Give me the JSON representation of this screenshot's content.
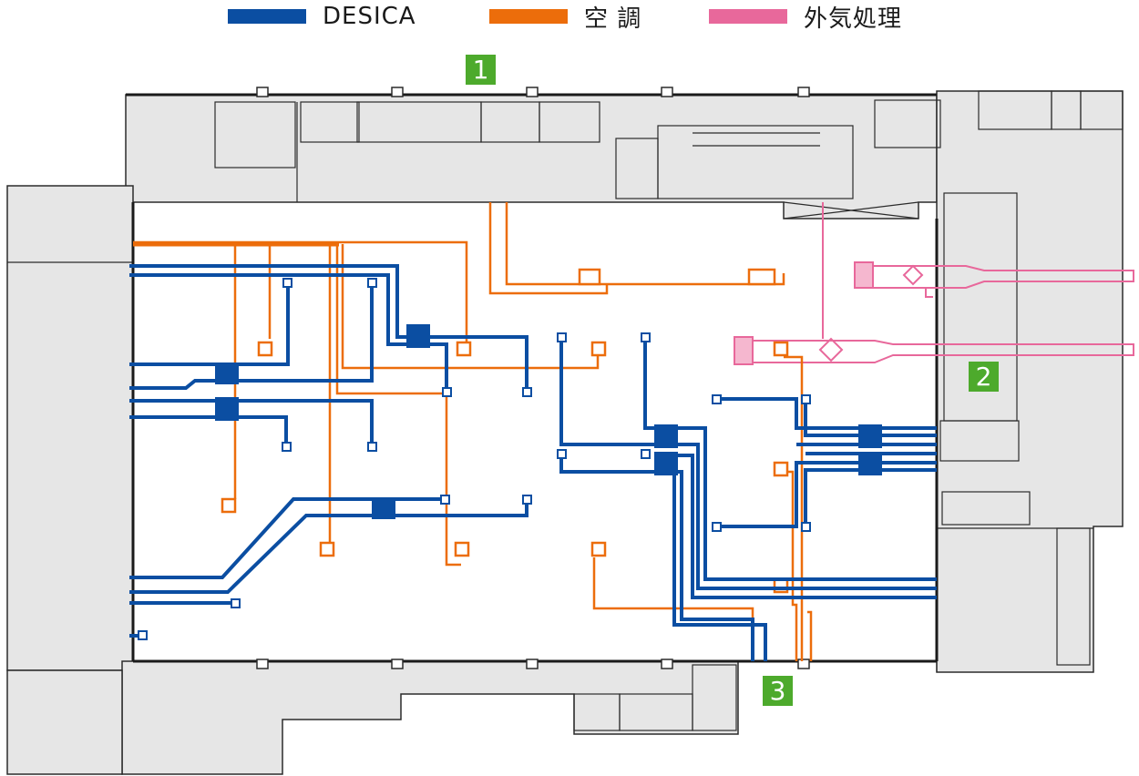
{
  "legend": {
    "desica": {
      "label": "DESICA",
      "color": "#0b4ea2"
    },
    "aircon": {
      "label": "空 調",
      "color": "#ec6d0b"
    },
    "outdoor_air": {
      "label": "外気処理",
      "color": "#e8689b"
    }
  },
  "zones": [
    {
      "id": "1",
      "label": "1"
    },
    {
      "id": "2",
      "label": "2"
    },
    {
      "id": "3",
      "label": "3"
    }
  ],
  "colors": {
    "room_fill": "#e6e6e6",
    "wall": "#2b2b2b",
    "badge": "#4daa2c"
  }
}
